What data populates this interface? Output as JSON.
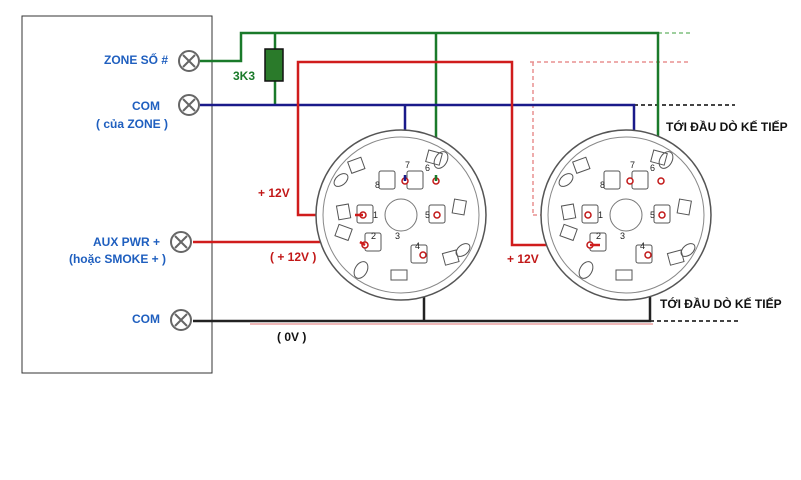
{
  "panel": {
    "terminals": [
      {
        "label": "ZONE SỐ #",
        "sublabel": ""
      },
      {
        "label": "COM",
        "sublabel": "( của ZONE )"
      },
      {
        "label": "AUX PWR +",
        "sublabel": "(hoặc  SMOKE + )"
      },
      {
        "label": "COM",
        "sublabel": ""
      }
    ]
  },
  "resistor": {
    "label": "3K3"
  },
  "voltage_labels": {
    "detector1_top": "+ 12V",
    "detector1_bottom": "( + 12V )",
    "detector2": "+ 12V",
    "zero_volt": "( 0V )"
  },
  "next_detector_labels": {
    "top": "TỚI ĐẦU DÒ KẾ TIẾP",
    "bottom": "TỚI ĐẦU DÒ KẾ TIẾP"
  },
  "detector_pins": [
    "1",
    "2",
    "3",
    "4",
    "5",
    "6",
    "7",
    "8"
  ],
  "colors": {
    "zone_wire": "#1a7a2a",
    "com_wire": "#1a1a8a",
    "power_wire": "#d01c1c",
    "zero_volt_wire": "#222222",
    "label_blue": "#1f5fbf",
    "dashed_red": "#e89090",
    "dashed_gray": "#666666"
  }
}
